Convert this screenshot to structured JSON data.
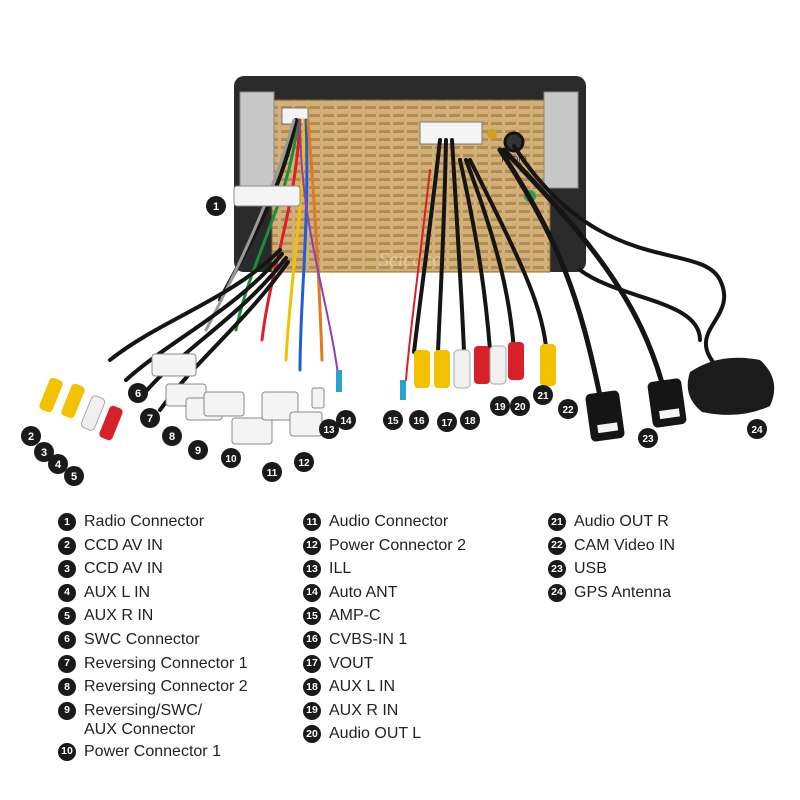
{
  "watermark": "Seicane",
  "head_unit": {
    "radio_label": "RADIO"
  },
  "legend": [
    {
      "num": "1",
      "label": "Radio Connector"
    },
    {
      "num": "2",
      "label": "CCD AV IN"
    },
    {
      "num": "3",
      "label": "CCD AV IN"
    },
    {
      "num": "4",
      "label": "AUX L IN"
    },
    {
      "num": "5",
      "label": "AUX R IN"
    },
    {
      "num": "6",
      "label": "SWC Connector"
    },
    {
      "num": "7",
      "label": "Reversing Connector 1"
    },
    {
      "num": "8",
      "label": "Reversing Connector 2"
    },
    {
      "num": "9",
      "label": "Reversing/SWC/\nAUX Connector"
    },
    {
      "num": "10",
      "label": "Power Connector 1"
    },
    {
      "num": "11",
      "label": "Audio Connector"
    },
    {
      "num": "12",
      "label": "Power Connector 2"
    },
    {
      "num": "13",
      "label": "ILL"
    },
    {
      "num": "14",
      "label": "Auto ANT"
    },
    {
      "num": "15",
      "label": "AMP-C"
    },
    {
      "num": "16",
      "label": "CVBS-IN 1"
    },
    {
      "num": "17",
      "label": "VOUT"
    },
    {
      "num": "18",
      "label": "AUX L IN"
    },
    {
      "num": "19",
      "label": "AUX R IN"
    },
    {
      "num": "20",
      "label": "Audio OUT L"
    },
    {
      "num": "21",
      "label": "Audio OUT R"
    },
    {
      "num": "22",
      "label": "CAM Video IN"
    },
    {
      "num": "23",
      "label": "USB"
    },
    {
      "num": "24",
      "label": "GPS Antenna"
    }
  ],
  "callouts": [
    "1",
    "2",
    "3",
    "4",
    "5",
    "6",
    "7",
    "8",
    "9",
    "10",
    "11",
    "12",
    "13",
    "14",
    "15",
    "16",
    "17",
    "18",
    "19",
    "20",
    "21",
    "22",
    "23",
    "24"
  ],
  "colors": {
    "chassis": "#2a2a2a",
    "panel": "#c9a56a",
    "rca_yellow": "#f2c200",
    "rca_red": "#d8202a",
    "rca_white": "#f0f0f0",
    "connector_white": "#f4f4f4",
    "cable_black": "#151515"
  }
}
